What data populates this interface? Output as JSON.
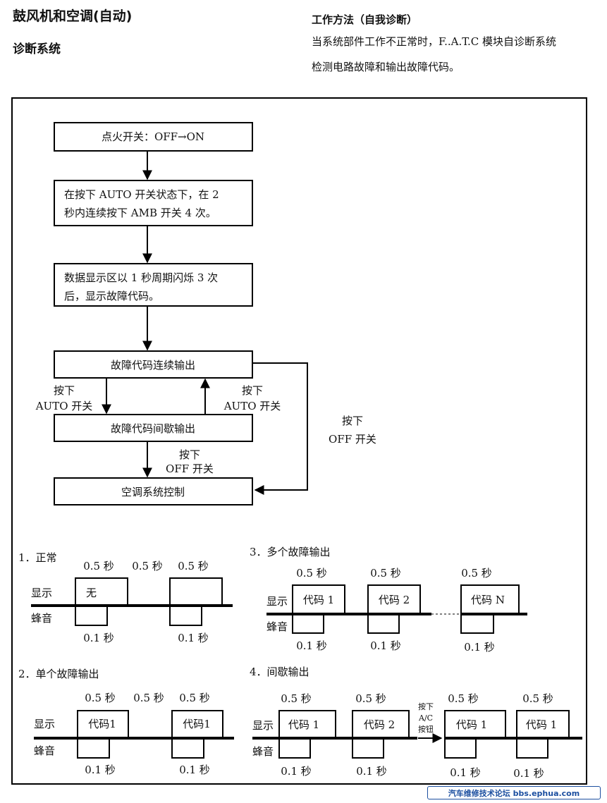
{
  "header": {
    "title": "鼓风机和空调(自动)",
    "subtitle": "诊断系统",
    "method_heading": "工作方法（自我诊断）",
    "method_line1": "当系统部件工作不正常时，F..A.T.C 模块自诊断系统",
    "method_line2": "检测电路故障和输出故障代码。"
  },
  "flow": {
    "step1": "点火开关：OFF→ON",
    "step2_line1": "在按下  AUTO  开关状态下，在  2",
    "step2_line2": "秒内连续按下 AMB 开关 4 次。",
    "step3_line1": "数据显示区以  1  秒周期闪烁  3  次",
    "step3_line2": "后，显示故障代码。",
    "step4": "故障代码连续输出",
    "step5": "故障代码间歇输出",
    "step6": "空调系统控制",
    "label_press": "按下",
    "label_auto_switch": "AUTO 开关",
    "label_off_switch": "OFF 开关"
  },
  "timing": {
    "normal_title": "1．正常",
    "single_title": "2．单个故障输出",
    "multi_title": "3．多个故障输出",
    "intermittent_title": "4．间歇输出",
    "display": "显示",
    "buzzer": "蜂音",
    "t05": "0.5 秒",
    "t01": "0.1 秒",
    "none": "无",
    "code1": "代码 1",
    "code1b": "代码1",
    "code2": "代码 2",
    "codeN": "代码 N",
    "press": "按下",
    "ac": "A/C",
    "button": "按钮"
  },
  "watermark": "汽车维修技术论坛 bbs.ephua.com"
}
